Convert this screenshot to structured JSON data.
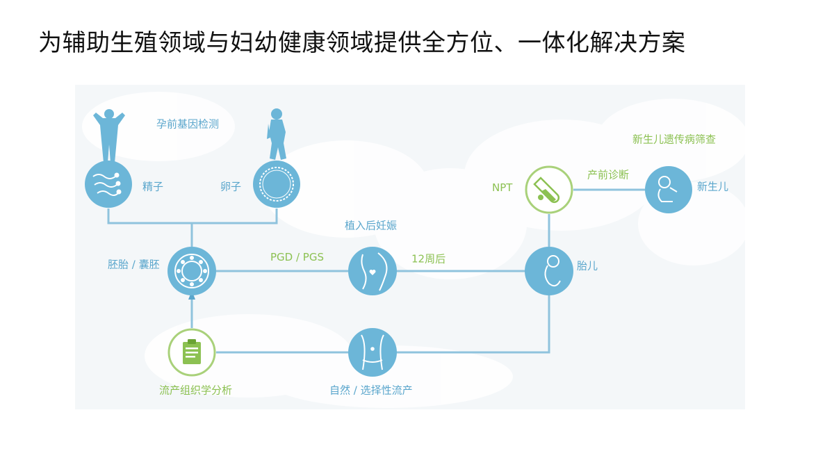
{
  "title": "为辅助生殖领域与妇幼健康领域提供全方位、一体化解决方案",
  "colors": {
    "blue": "#6cb6d8",
    "green": "#8cc152",
    "line": "#8fc3dd",
    "bg": "#f4f7f9"
  },
  "diagram": {
    "labels": {
      "prenatal_gene_test": "孕前基因检测",
      "sperm": "精子",
      "egg": "卵子",
      "embryo": "胚胎 / 囊胚",
      "pgd_pgs": "PGD / PGS",
      "implantation": "植入后妊娠",
      "weeks12": "12周后",
      "fetus": "胎儿",
      "npt": "NPT",
      "prenatal_diagnosis": "产前诊断",
      "newborn": "新生儿",
      "newborn_screening": "新生儿遗传病筛查",
      "miscarriage_analysis": "流产组织学分析",
      "natural_abortion": "自然 / 选择性流产"
    },
    "icons": {
      "man": "male-silhouette-icon",
      "woman": "female-silhouette-icon",
      "sperm": "sperm-icon",
      "egg": "egg-cell-icon",
      "embryo": "blastocyst-icon",
      "pregnancy": "pregnant-belly-icon",
      "fetus": "fetus-icon",
      "tube": "test-tube-icon",
      "baby": "baby-icon",
      "clipboard": "clipboard-icon",
      "abdomen": "abdomen-icon"
    }
  }
}
